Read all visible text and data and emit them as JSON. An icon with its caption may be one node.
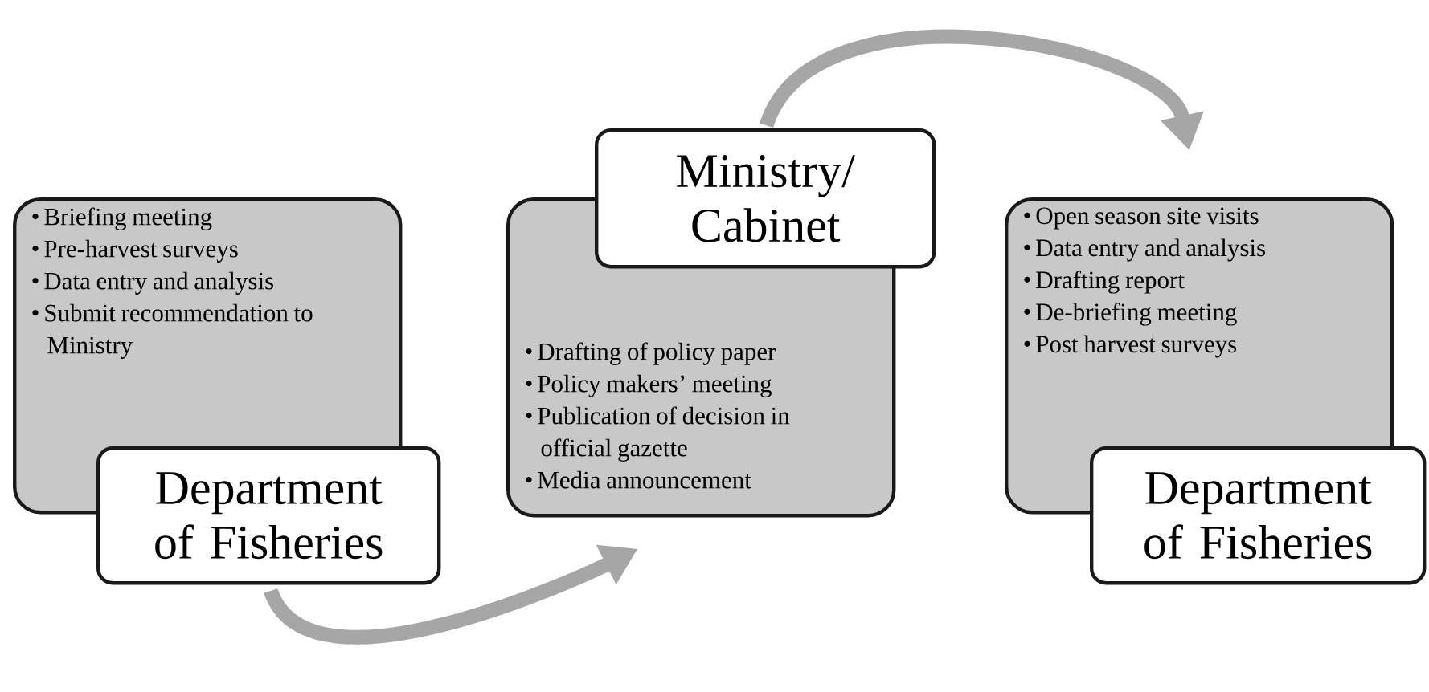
{
  "diagram": {
    "nodes": [
      {
        "text": [
          "Briefing meeting",
          "Pre-harvest surveys",
          "Data entry and analysis",
          "Submit recommendation to Ministry"
        ]
      },
      {
        "text": [
          "Department of Fisheries"
        ]
      },
      {
        "text": [
          "Ministry/ Cabinet"
        ]
      },
      {
        "text": [
          "Drafting of policy paper",
          "Policy makers’ meeting",
          "Publication of decision in official gazette",
          "Media announcement"
        ]
      },
      {
        "text": [
          "Open season site visits",
          "Data entry and analysis",
          "Drafting report",
          "De-briefing meeting",
          "Post harvest surveys"
        ]
      },
      {
        "text": [
          "Department of Fisheries"
        ]
      }
    ],
    "edges": [
      {
        "from": 1,
        "to": 3,
        "arrow": "to"
      },
      {
        "from": 2,
        "to": 4,
        "arrow": "to"
      }
    ]
  }
}
